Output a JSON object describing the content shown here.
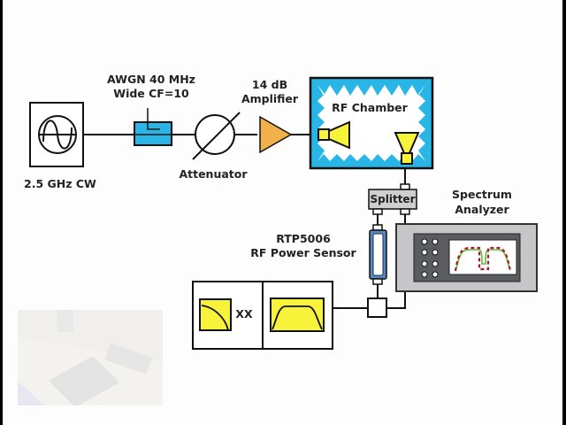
{
  "diagram": {
    "source": {
      "label": "2.5 GHz CW",
      "icon": "sine-wave-icon"
    },
    "noise": {
      "label_line1": "AWGN 40 MHz",
      "label_line2": "Wide CF=10",
      "color": "#29b6e6"
    },
    "attenuator": {
      "label": "Attenuator"
    },
    "amplifier": {
      "label_line1": "14 dB",
      "label_line2": "Amplifier",
      "color": "#f2b04a"
    },
    "chamber": {
      "label": "RF Chamber",
      "absorber_color": "#29b6e6",
      "antenna_color": "#f7f23a"
    },
    "splitter": {
      "label": "Splitter",
      "color": "#cfcfcf"
    },
    "sensor": {
      "label_line1": "RTP5006",
      "label_line2": "RF Power Sensor",
      "color": "#5a86c0"
    },
    "analyzer": {
      "label_line1": "Spectrum",
      "label_line2": "Analyzer",
      "trace_colors": [
        "#5cbf3a",
        "#b2182b"
      ]
    },
    "display": {
      "multiplier_label": "XX",
      "panel_color": "#f7f23a"
    }
  }
}
